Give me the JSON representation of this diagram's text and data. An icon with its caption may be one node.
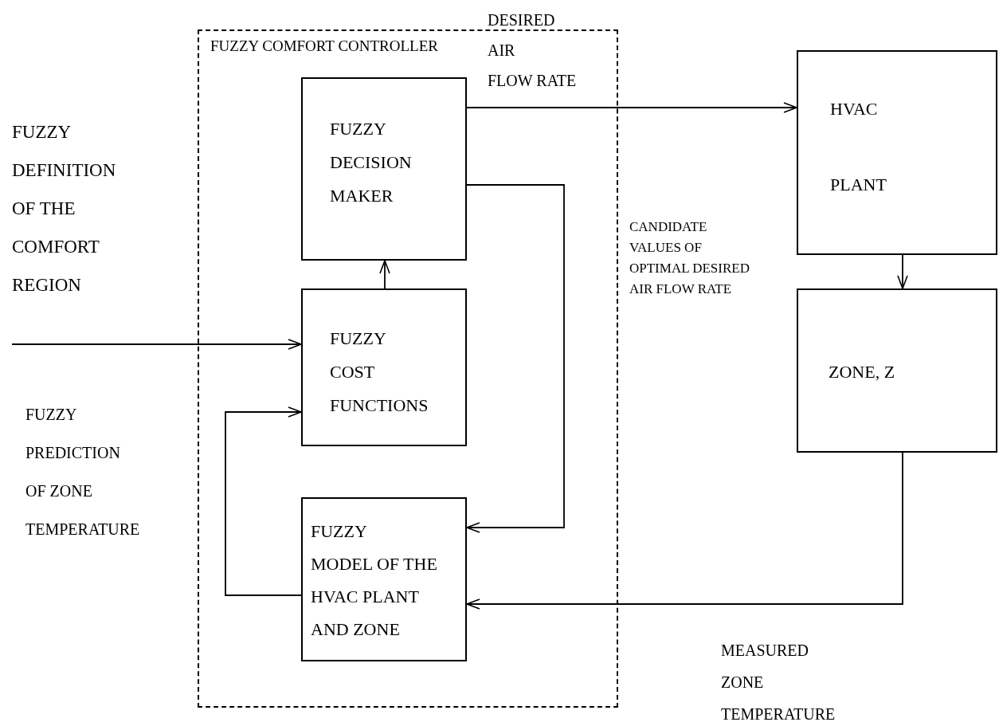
{
  "diagram": {
    "nodes": [
      {
        "text": [
          "FUZZY COMFORT CONTROLLER"
        ]
      },
      {
        "text": [
          "FUZZY DECISION MAKER"
        ],
        "in": 0
      },
      {
        "text": [
          "FUZZY COST FUNCTIONS"
        ],
        "in": 0
      },
      {
        "text": [
          "FUZZY MODEL OF THE HVAC PLANT AND ZONE"
        ],
        "in": 0
      },
      {
        "text": [
          "HVAC PLANT"
        ]
      },
      {
        "text": [
          "ZONE, Z"
        ]
      }
    ],
    "edges": [
      {
        "from": null,
        "to": 2,
        "arrow": "to"
      },
      {
        "from": 2,
        "to": 1,
        "arrow": "to"
      },
      {
        "from": 1,
        "to": 4,
        "arrow": "to"
      },
      {
        "from": 4,
        "to": 5,
        "arrow": "to"
      },
      {
        "from": 1,
        "to": 3,
        "arrow": "to"
      },
      {
        "from": 3,
        "to": 2,
        "arrow": "to"
      },
      {
        "from": 5,
        "to": 3,
        "arrow": "to"
      }
    ],
    "labels": [
      "DESIRED AIR FLOW RATE",
      "FUZZY DEFINITION OF THE COMFORT REGION",
      "CANDIDATE VALUES OF OPTIMAL DESIRED AIR FLOW RATE",
      "FUZZY PREDICTION OF ZONE TEMPERATURE",
      "MEASURED ZONE TEMPERATURE"
    ]
  }
}
